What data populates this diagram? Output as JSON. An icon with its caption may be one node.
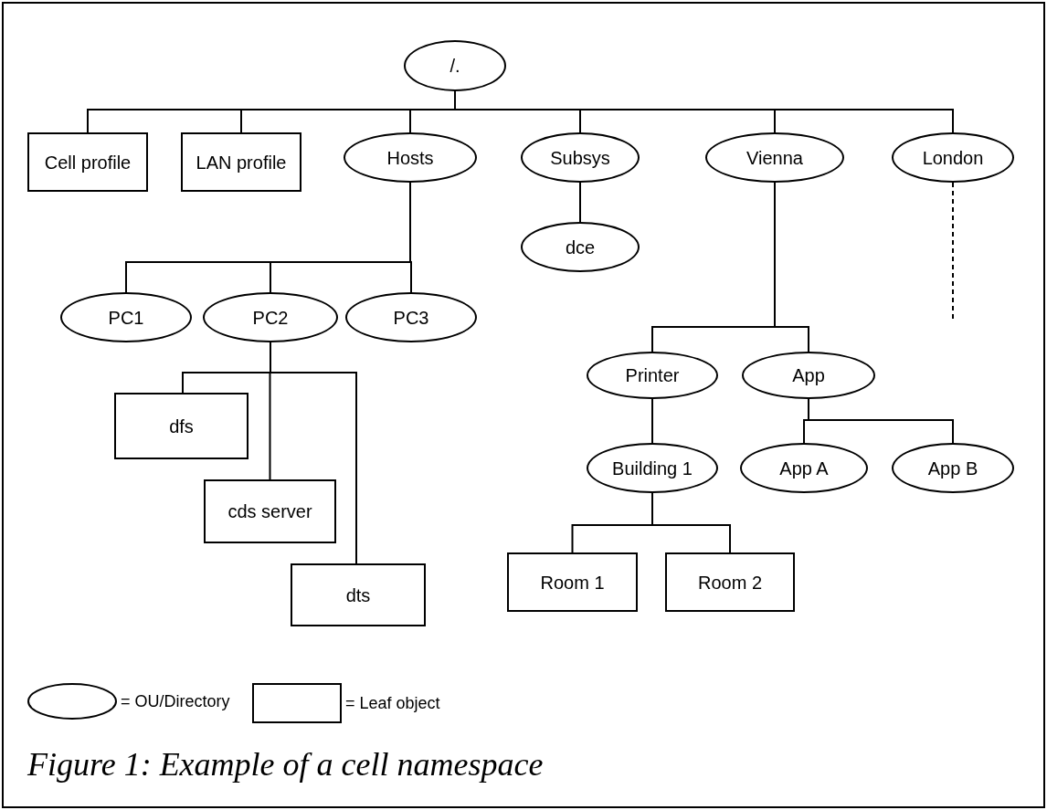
{
  "diagram": {
    "caption": "Figure 1: Example of a cell namespace",
    "nodes": [
      {
        "text": [
          "/."
        ]
      },
      {
        "text": [
          "Cell profile"
        ]
      },
      {
        "text": [
          "LAN profile"
        ]
      },
      {
        "text": [
          "Hosts"
        ]
      },
      {
        "text": [
          "Subsys"
        ]
      },
      {
        "text": [
          "Vienna"
        ]
      },
      {
        "text": [
          "London"
        ]
      },
      {
        "text": [
          "dce"
        ]
      },
      {
        "text": [
          "PC1"
        ]
      },
      {
        "text": [
          "PC2"
        ]
      },
      {
        "text": [
          "PC3"
        ]
      },
      {
        "text": [
          "dfs"
        ]
      },
      {
        "text": [
          "cds server"
        ]
      },
      {
        "text": [
          "dts"
        ]
      },
      {
        "text": [
          "Printer"
        ]
      },
      {
        "text": [
          "App"
        ]
      },
      {
        "text": [
          "Building 1"
        ]
      },
      {
        "text": [
          "App A"
        ]
      },
      {
        "text": [
          "App B"
        ]
      },
      {
        "text": [
          "Room 1"
        ]
      },
      {
        "text": [
          "Room 2"
        ]
      }
    ],
    "edges": [
      {
        "from": 0,
        "to": 1,
        "arrow": "none"
      },
      {
        "from": 0,
        "to": 2,
        "arrow": "none"
      },
      {
        "from": 0,
        "to": 3,
        "arrow": "none"
      },
      {
        "from": 0,
        "to": 4,
        "arrow": "none"
      },
      {
        "from": 0,
        "to": 5,
        "arrow": "none"
      },
      {
        "from": 0,
        "to": 6,
        "arrow": "none"
      },
      {
        "from": 4,
        "to": 7,
        "arrow": "none"
      },
      {
        "from": 3,
        "to": 8,
        "arrow": "none"
      },
      {
        "from": 3,
        "to": 9,
        "arrow": "none"
      },
      {
        "from": 3,
        "to": 10,
        "arrow": "none"
      },
      {
        "from": 9,
        "to": 11,
        "arrow": "none"
      },
      {
        "from": 9,
        "to": 12,
        "arrow": "none"
      },
      {
        "from": 9,
        "to": 13,
        "arrow": "none"
      },
      {
        "from": 5,
        "to": 14,
        "arrow": "none"
      },
      {
        "from": 5,
        "to": 15,
        "arrow": "none"
      },
      {
        "from": 14,
        "to": 16,
        "arrow": "none"
      },
      {
        "from": 15,
        "to": 17,
        "arrow": "none"
      },
      {
        "from": 15,
        "to": 18,
        "arrow": "none"
      },
      {
        "from": 16,
        "to": 19,
        "arrow": "none"
      },
      {
        "from": 16,
        "to": 20,
        "arrow": "none"
      },
      {
        "from": 6,
        "to": null,
        "arrow": "none",
        "style": "dashed"
      }
    ],
    "legend": [
      {
        "text": "= OU/Directory"
      },
      {
        "text": "= Leaf object"
      }
    ]
  }
}
